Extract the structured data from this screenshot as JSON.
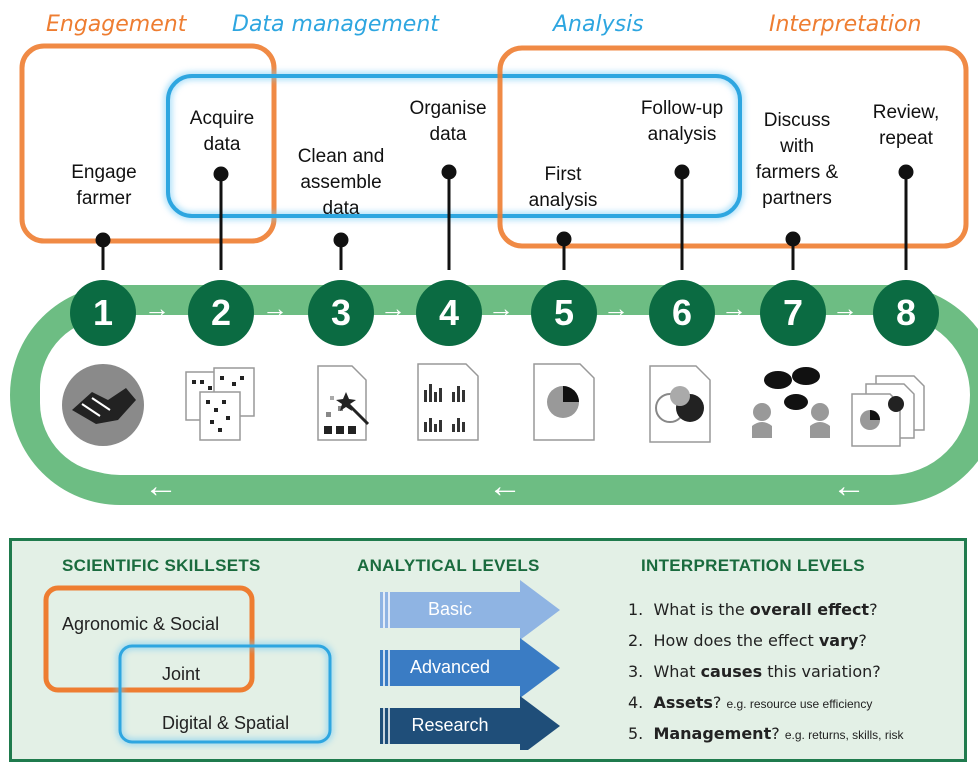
{
  "phases": [
    {
      "label": "Engagement",
      "color": "#ee7d31"
    },
    {
      "label": "Data management",
      "color": "#2ea6e0"
    },
    {
      "label": "Analysis",
      "color": "#2ea6e0"
    },
    {
      "label": "Interpretation",
      "color": "#ee7d31"
    }
  ],
  "steps": [
    {
      "number": "1",
      "label": "Engage farmer",
      "icon": "handshake-icon"
    },
    {
      "number": "2",
      "label": "Acquire data",
      "icon": "data-sheets-icon"
    },
    {
      "number": "3",
      "label": "Clean and assemble data",
      "icon": "data-cleaning-icon"
    },
    {
      "number": "4",
      "label": "Organise data",
      "icon": "bar-charts-icon"
    },
    {
      "number": "5",
      "label": "First analysis",
      "icon": "pie-chart-icon"
    },
    {
      "number": "6",
      "label": "Follow-up analysis",
      "icon": "venn-pie-icon"
    },
    {
      "number": "7",
      "label": "Discuss with farmers & partners",
      "icon": "discussion-icon"
    },
    {
      "number": "8",
      "label": "Review, repeat",
      "icon": "review-documents-icon"
    }
  ],
  "panel": {
    "skills": {
      "heading": "SCIENTIFIC SKILLSETS",
      "items": [
        "Agronomic & Social",
        "Joint",
        "Digital & Spatial"
      ]
    },
    "analytical": {
      "heading": "ANALYTICAL LEVELS",
      "levels": [
        {
          "label": "Basic",
          "color": "#8fb4e3"
        },
        {
          "label": "Advanced",
          "color": "#3a7cc4"
        },
        {
          "label": "Research",
          "color": "#1f4e79"
        }
      ]
    },
    "interpretation": {
      "heading": "INTERPRETATION LEVELS",
      "items": [
        {
          "num": "1.",
          "pre": "What is the ",
          "bold": "overall effect",
          "post": "?",
          "note": ""
        },
        {
          "num": "2.",
          "pre": "How does the effect ",
          "bold": "vary",
          "post": "?",
          "note": ""
        },
        {
          "num": "3.",
          "pre": "What ",
          "bold": "causes",
          "post": " this variation?",
          "note": ""
        },
        {
          "num": "4.",
          "pre": "",
          "bold": "Assets",
          "post": "?",
          "note": "e.g. resource use efficiency"
        },
        {
          "num": "5.",
          "pre": "",
          "bold": "Management",
          "post": "?",
          "note": "e.g. returns,  skills, risk"
        }
      ]
    }
  }
}
